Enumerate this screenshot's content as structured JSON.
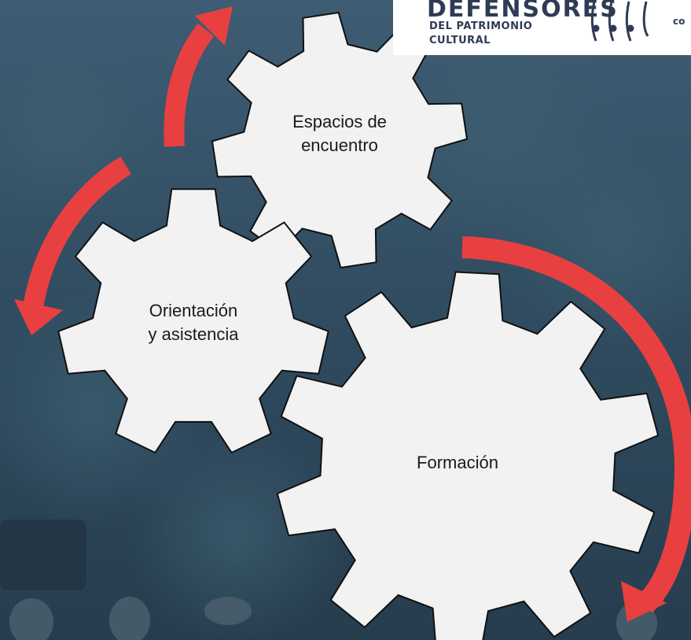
{
  "logo": {
    "title": "DEFENSORES",
    "subtitle_line1": "DEL PATRIMONIO",
    "subtitle_line2": "CULTURAL",
    "partner_fragment": "co"
  },
  "gears": [
    {
      "id": "espacios",
      "label": "Espacios de\nencuentro"
    },
    {
      "id": "orientacion",
      "label": "Orientación\ny asistencia"
    },
    {
      "id": "formacion",
      "label": "Formación"
    }
  ],
  "colors": {
    "gear_fill": "#f2f2f2",
    "gear_stroke": "#111111",
    "arrow": "#e84040",
    "photo_overlay": "#2f4a5e"
  }
}
